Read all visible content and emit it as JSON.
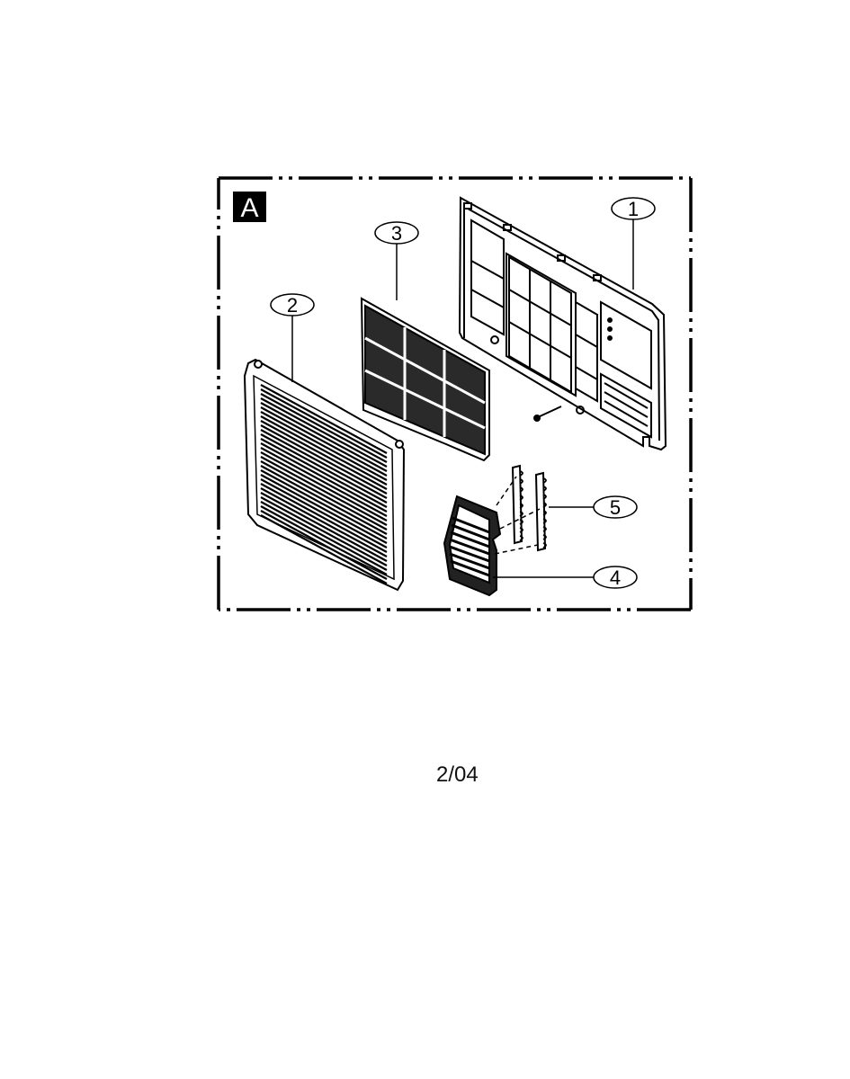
{
  "section": {
    "label": "A"
  },
  "callouts": [
    {
      "id": "callout-1",
      "number": "1"
    },
    {
      "id": "callout-2",
      "number": "2"
    },
    {
      "id": "callout-3",
      "number": "3"
    },
    {
      "id": "callout-4",
      "number": "4"
    },
    {
      "id": "callout-5",
      "number": "5"
    }
  ],
  "footer": {
    "revision": "2/04"
  },
  "colors": {
    "line": "#000000",
    "paper": "#ffffff",
    "mesh": "#2a2a2a"
  }
}
